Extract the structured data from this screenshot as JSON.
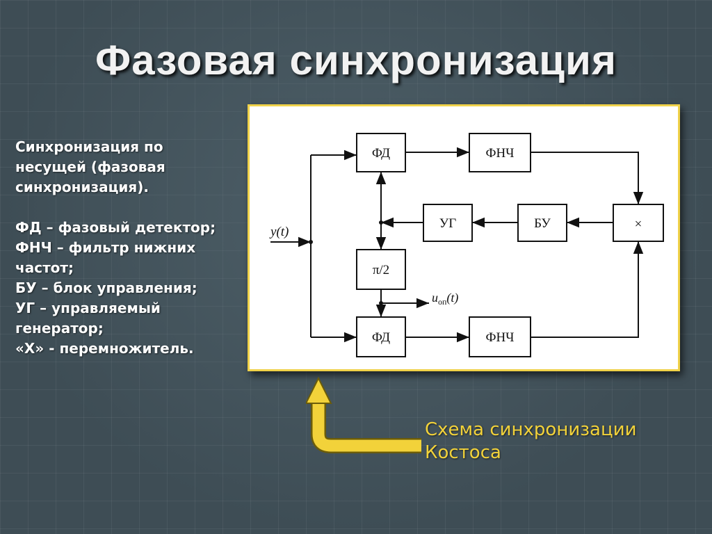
{
  "slide": {
    "title": "Фазовая синхронизация"
  },
  "description": {
    "intro_lines": [
      "Синхронизация по",
      "несущей (фазовая",
      "синхронизация)."
    ],
    "definitions": [
      "ФД – фазовый детектор;",
      "ФНЧ – фильтр нижних частот;",
      "БУ – блок управления;",
      "УГ – управляемый генератор;",
      "«Х» - перемножитель."
    ]
  },
  "diagram": {
    "blocks": {
      "fd_top": "ФД",
      "fnch_top": "ФНЧ",
      "ug": "УГ",
      "bu": "БУ",
      "multiplier": "×",
      "phase_shift": "π/2",
      "fd_bottom": "ФД",
      "fnch_bottom": "ФНЧ"
    },
    "input_label": "y(t)",
    "output_label_main": "u",
    "output_label_sub": "оп",
    "output_label_arg": "(t)"
  },
  "caption": {
    "line1": "Схема синхронизации",
    "line2": "Костоса"
  },
  "colors": {
    "accent_yellow": "#f2d23a",
    "frame_border": "#f0d24a"
  }
}
